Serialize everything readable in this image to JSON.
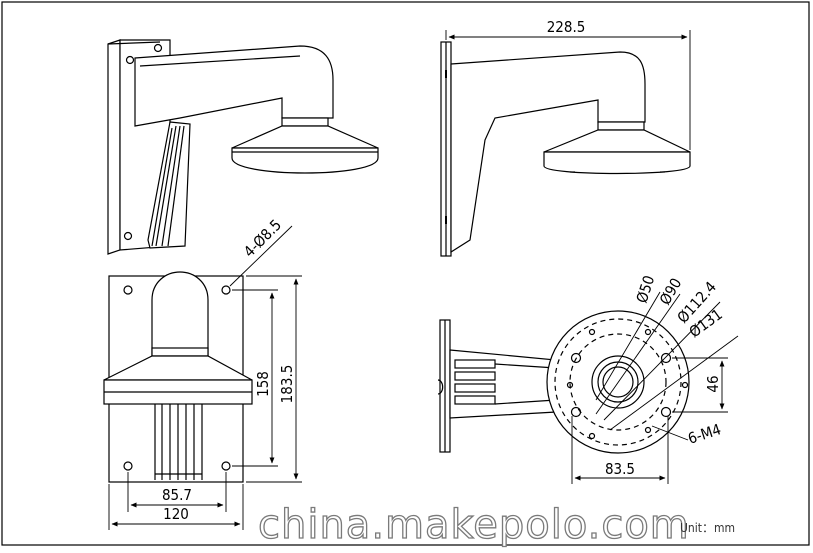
{
  "side_view": {
    "width_dimension": "228.5"
  },
  "front_view": {
    "hole_callout": "4-Ø8.5",
    "vertical_hole_spacing": "158",
    "overall_height": "183.5",
    "horizontal_hole_spacing": "85.7",
    "overall_width": "120"
  },
  "mount_plate_view": {
    "diameters": [
      "Ø50",
      "Ø90",
      "Ø112.4",
      "Ø131"
    ],
    "hole_callout": "6-M4",
    "vertical_spacing": "46",
    "horizontal_spacing": "83.5"
  },
  "watermark": "china.makepolo.com",
  "unit_label": "Unit：mm"
}
